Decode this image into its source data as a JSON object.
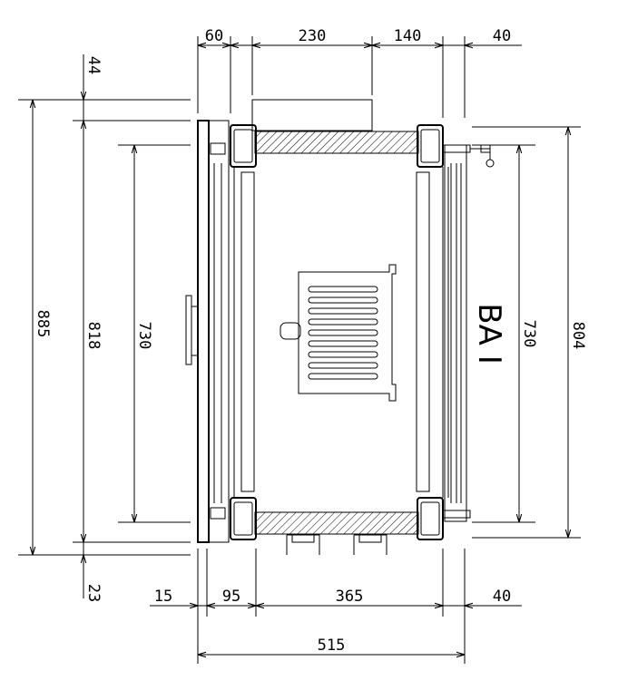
{
  "drawing": {
    "label": "BA I",
    "dimensions": {
      "top": [
        "60",
        "230",
        "140",
        "40"
      ],
      "bottom": [
        "15",
        "95",
        "365",
        "40"
      ],
      "overall_width": "515",
      "left_top_offset": "44",
      "left_bottom_offset": "23",
      "left_outer_height": "885",
      "left_inner_height": "818",
      "left_clear_height": "730",
      "right_clear_height": "730",
      "right_outer_height": "804"
    }
  }
}
